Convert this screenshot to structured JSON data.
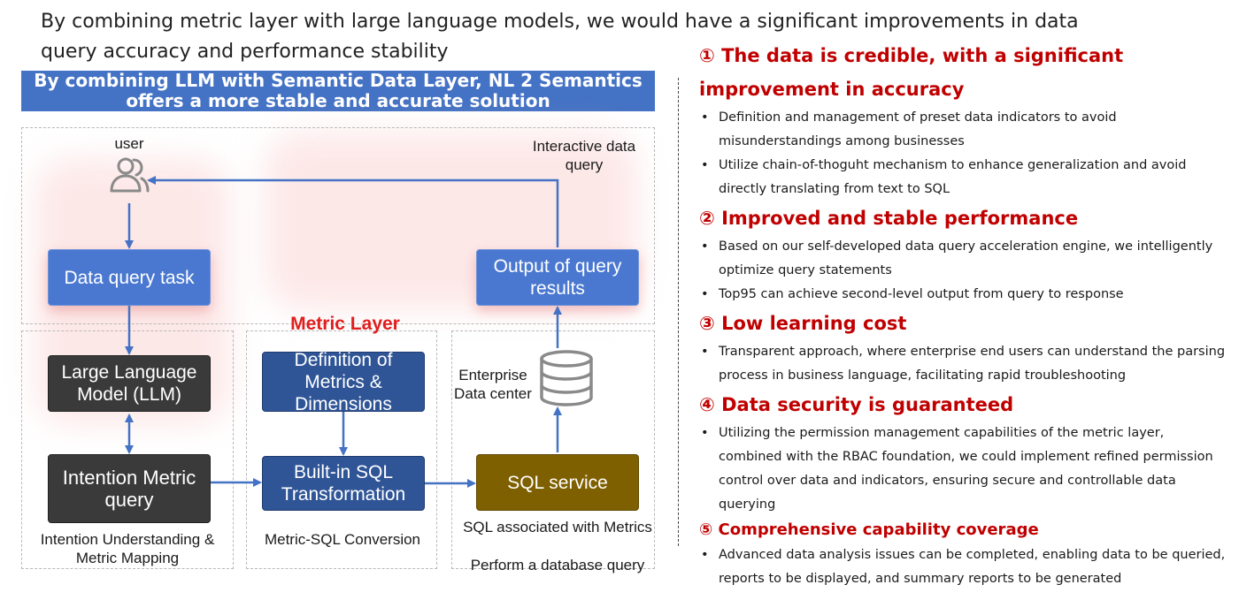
{
  "headline": "By combining metric layer with large language models, we would have a significant improvements in data query accuracy and performance stability",
  "banner": {
    "line1": "By combining LLM with Semantic Data Layer, NL 2 Semantics",
    "line2": "offers a more stable and accurate solution"
  },
  "diagram": {
    "user_label": "user",
    "interactive_label": "Interactive data query",
    "data_query_task": "Data query task",
    "output_results": "Output of query results",
    "metric_layer_title": "Metric Layer",
    "llm": "Large Language Model (LLM)",
    "definition": "Definition of Metrics & Dimensions",
    "intention": "Intention Metric query",
    "builtin_sql": "Built-in SQL Transformation",
    "sql_service": "SQL service",
    "enterprise_dc": "Enterprise Data center",
    "caption_left": "Intention Understanding & Metric Mapping",
    "caption_mid": "Metric-SQL Conversion",
    "caption_right_1": "SQL associated with Metrics",
    "caption_right_2": "Perform a database query"
  },
  "sections": [
    {
      "title": "① The data is credible, with a significant improvement in accuracy",
      "bullets": [
        "Definition and management of preset data indicators to avoid misunderstandings among businesses",
        "Utilize chain-of-thoguht mechanism to enhance generalization and avoid directly translating from text to SQL"
      ]
    },
    {
      "title": "② Improved and stable performance",
      "bullets": [
        "Based on our self-developed data query acceleration engine, we intelligently optimize query statements",
        "Top95 can achieve second-level output from query to response"
      ]
    },
    {
      "title": "③ Low learning cost",
      "bullets": [
        "Transparent approach, where enterprise end users can understand the parsing process in business language, facilitating rapid troubleshooting"
      ]
    },
    {
      "title": "④ Data security is guaranteed",
      "bullets": [
        "Utilizing the permission management capabilities of the metric layer, combined with the RBAC foundation, we could implement refined permission control over data and indicators, ensuring secure and controllable data querying"
      ]
    },
    {
      "title": "⑤ Comprehensive capability coverage",
      "bullets": [
        "Advanced data analysis issues can be completed, enabling data to be queried, reports to be displayed, and summary reports to be generated"
      ]
    }
  ],
  "colors": {
    "banner": "#4472c4",
    "accent_red": "#c00000",
    "arrow_blue": "#4472c4"
  }
}
